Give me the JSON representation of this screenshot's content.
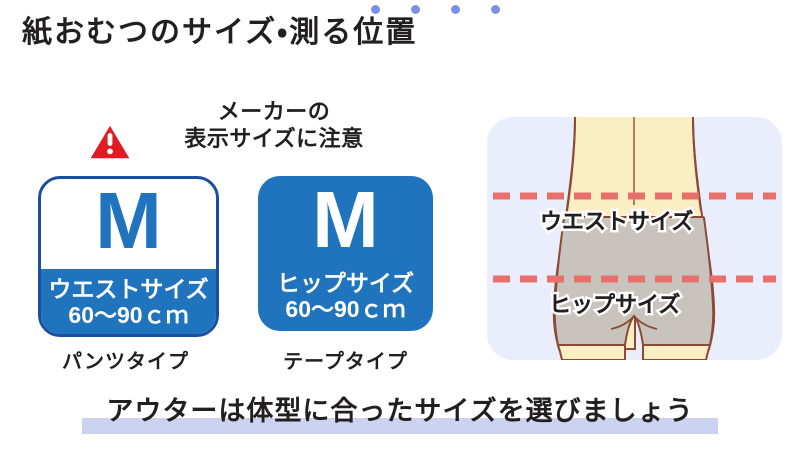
{
  "page": {
    "title": "紙おむつのサイズ・測る位置",
    "emphasis_dot_count": 4,
    "emphasis_dot_color": "#7e8fe8"
  },
  "warning": {
    "icon": "warning-triangle-icon",
    "icon_color": "#e01b22",
    "line1": "メーカーの",
    "line2": "表示サイズに注意"
  },
  "cards": [
    {
      "key": "pants",
      "size_letter": "M",
      "measure_label": "ウエストサイズ",
      "measure_range": "60〜90ｃｍ",
      "caption": "パンツタイプ",
      "fill": "#ffffff",
      "accent": "#1f74bd",
      "border": "#1a4fa0"
    },
    {
      "key": "tape",
      "size_letter": "M",
      "measure_label": "ヒップサイズ",
      "measure_range": "60〜90ｃｍ",
      "caption": "テープタイプ",
      "fill": "#1f74bd",
      "accent": "#ffffff",
      "border": "#1f74bd"
    }
  ],
  "body_panel": {
    "name": "torso-measurement-diagram",
    "background": "#eaeefc",
    "skin_color": "#fbeec2",
    "shorts_color": "#c8c3bd",
    "outline_color": "#8a4a36",
    "dash_color": "#e8706a",
    "waist_label": "ウエストサイズ",
    "hip_label": "ヒップサイズ"
  },
  "footer": {
    "text": "アウターは体型に合ったサイズを選びましょう",
    "highlight_color": "#ccd3f0"
  }
}
